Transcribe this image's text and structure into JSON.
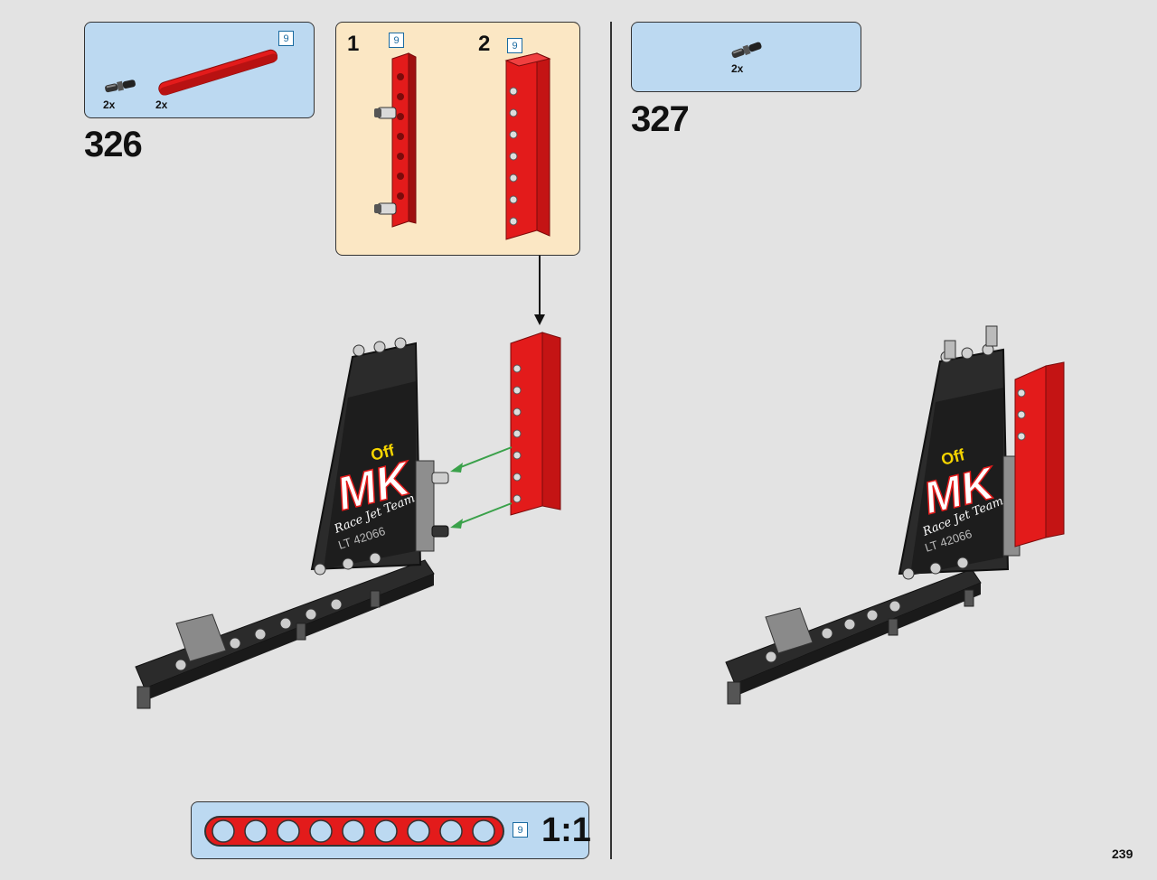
{
  "step_326": {
    "number": "326",
    "parts": [
      {
        "name": "pin",
        "qty": "2x"
      },
      {
        "name": "red-beam",
        "qty": "2x",
        "length": "9"
      }
    ],
    "subassembly": {
      "step1": {
        "number": "1",
        "length": "9"
      },
      "step2": {
        "number": "2",
        "length": "9"
      }
    },
    "model_text": {
      "brand": "MK",
      "slogan": "Race Jet Team",
      "code": "LT 42066",
      "small": "Off"
    }
  },
  "step_327": {
    "number": "327",
    "parts": [
      {
        "name": "pin",
        "qty": "2x"
      }
    ],
    "model_text": {
      "brand": "MK",
      "slogan": "Race Jet Team",
      "code": "LT 42066",
      "small": "Off"
    }
  },
  "scale_ruler": {
    "length": "9",
    "label": "1:1",
    "holes": 9
  },
  "page": {
    "number": "239"
  },
  "colors": {
    "red": "#e31b1b",
    "dark": "#2b2b2b",
    "parts_bg": "#bcd9f1",
    "sub_bg": "#fbe7c4",
    "arrow_green": "#3aa14a"
  }
}
